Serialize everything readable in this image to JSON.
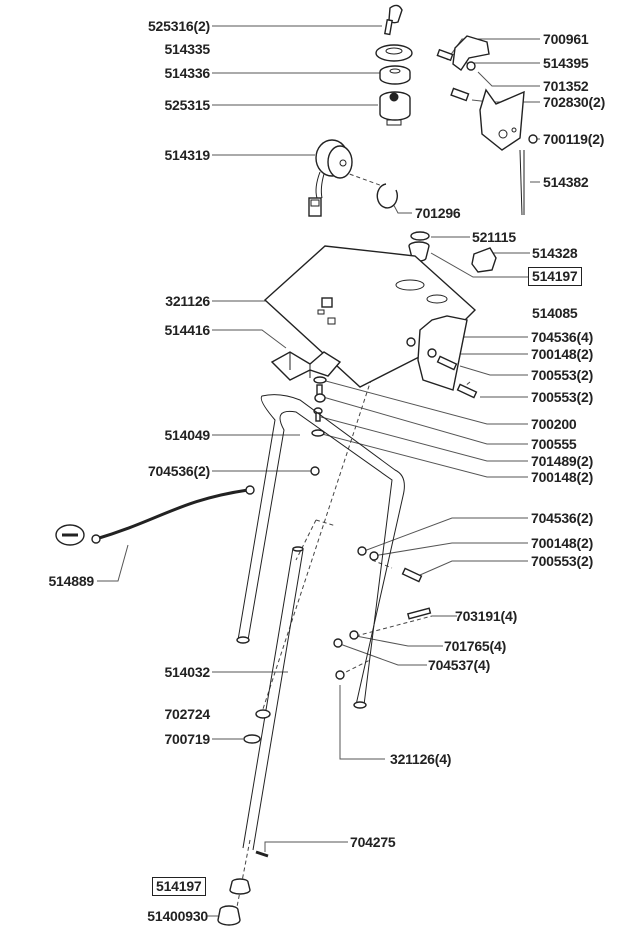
{
  "diagram": {
    "type": "exploded-parts-diagram",
    "labels": [
      {
        "id": "l01",
        "part": "525316(2)",
        "boxed": false
      },
      {
        "id": "l02",
        "part": "514335",
        "boxed": false
      },
      {
        "id": "l03",
        "part": "514336",
        "boxed": false
      },
      {
        "id": "l04",
        "part": "525315",
        "boxed": false
      },
      {
        "id": "l05",
        "part": "514319",
        "boxed": false
      },
      {
        "id": "l06",
        "part": "700961",
        "boxed": false
      },
      {
        "id": "l07",
        "part": "514395",
        "boxed": false
      },
      {
        "id": "l08",
        "part": "701352",
        "boxed": false
      },
      {
        "id": "l09",
        "part": "702830(2)",
        "boxed": false
      },
      {
        "id": "l10",
        "part": "700119(2)",
        "boxed": false
      },
      {
        "id": "l11",
        "part": "514382",
        "boxed": false
      },
      {
        "id": "l12",
        "part": "701296",
        "boxed": false
      },
      {
        "id": "l13",
        "part": "521115",
        "boxed": false
      },
      {
        "id": "l14",
        "part": "514328",
        "boxed": false
      },
      {
        "id": "l15",
        "part": "514197",
        "boxed": true
      },
      {
        "id": "l16",
        "part": "514085",
        "boxed": false
      },
      {
        "id": "l17",
        "part": "321126",
        "boxed": false
      },
      {
        "id": "l18",
        "part": "514416",
        "boxed": false
      },
      {
        "id": "l19",
        "part": "704536(4)",
        "boxed": false
      },
      {
        "id": "l20",
        "part": "700148(2)",
        "boxed": false
      },
      {
        "id": "l21",
        "part": "700553(2)",
        "boxed": false
      },
      {
        "id": "l22",
        "part": "700553(2)",
        "boxed": false
      },
      {
        "id": "l23",
        "part": "700200",
        "boxed": false
      },
      {
        "id": "l24",
        "part": "514049",
        "boxed": false
      },
      {
        "id": "l25",
        "part": "700555",
        "boxed": false
      },
      {
        "id": "l26",
        "part": "701489(2)",
        "boxed": false
      },
      {
        "id": "l27",
        "part": "704536(2)",
        "boxed": false
      },
      {
        "id": "l28",
        "part": "700148(2)",
        "boxed": false
      },
      {
        "id": "l29",
        "part": "704536(2)",
        "boxed": false
      },
      {
        "id": "l30",
        "part": "700148(2)",
        "boxed": false
      },
      {
        "id": "l31",
        "part": "700553(2)",
        "boxed": false
      },
      {
        "id": "l32",
        "part": "514889",
        "boxed": false
      },
      {
        "id": "l33",
        "part": "703191(4)",
        "boxed": false
      },
      {
        "id": "l34",
        "part": "701765(4)",
        "boxed": false
      },
      {
        "id": "l35",
        "part": "704537(4)",
        "boxed": false
      },
      {
        "id": "l36",
        "part": "514032",
        "boxed": false
      },
      {
        "id": "l37",
        "part": "702724",
        "boxed": false
      },
      {
        "id": "l38",
        "part": "700719",
        "boxed": false
      },
      {
        "id": "l39",
        "part": "321126(4)",
        "boxed": false
      },
      {
        "id": "l40",
        "part": "704275",
        "boxed": false
      },
      {
        "id": "l41",
        "part": "514197",
        "boxed": true
      },
      {
        "id": "l42",
        "part": "51400930",
        "boxed": false
      }
    ],
    "negative_terminal_symbol": "minus-sign"
  }
}
